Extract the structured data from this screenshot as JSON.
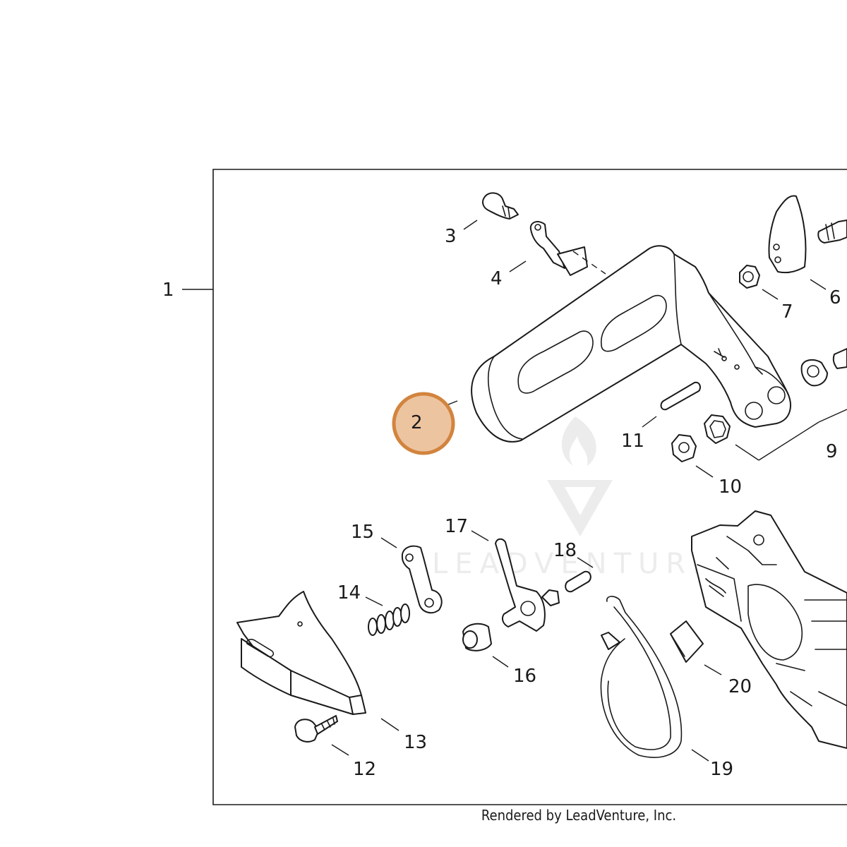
{
  "callouts": {
    "c1": "1",
    "c2": "2",
    "c3": "3",
    "c4": "4",
    "c6": "6",
    "c7": "7",
    "c9": "9",
    "c10": "10",
    "c11": "11",
    "c12": "12",
    "c13": "13",
    "c14": "14",
    "c15": "15",
    "c16": "16",
    "c17": "17",
    "c18": "18",
    "c19": "19",
    "c20": "20"
  },
  "selected_callout": "2",
  "watermark": {
    "text": "LEADVENTURE"
  },
  "footer": {
    "credit": "Rendered by LeadVenture, Inc."
  },
  "colors": {
    "highlight_fill": "#edc4a0",
    "highlight_stroke": "#d2843e",
    "line": "#1a1a1a"
  }
}
